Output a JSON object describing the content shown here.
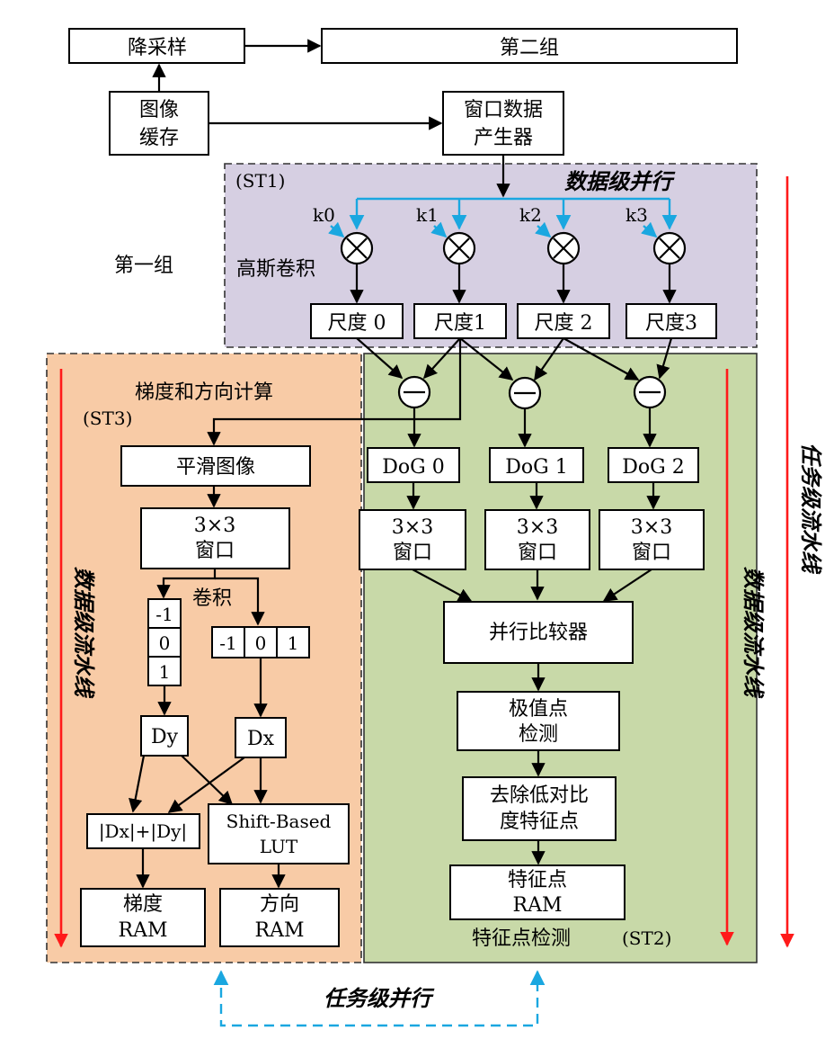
{
  "colors": {
    "st1_bg": "#d6cfe2",
    "st2_bg": "#c8d9a8",
    "st3_bg": "#f8cba6",
    "parallel_arrow": "#1aa7e0",
    "pipeline_arrow": "#ff1a1a"
  },
  "top": {
    "downsample": "降采样",
    "second_group": "第二组",
    "image_cache_1": "图像",
    "image_cache_2": "缓存",
    "window_gen_1": "窗口数据",
    "window_gen_2": "产生器",
    "first_group": "第一组"
  },
  "st1": {
    "tag": "(ST1)",
    "data_parallel": "数据级并行",
    "gauss": "高斯卷积",
    "kernels": [
      "k0",
      "k1",
      "k2",
      "k3"
    ],
    "multiply": "⊗",
    "scales": [
      "尺度 0",
      "尺度1",
      "尺度 2",
      "尺度3"
    ]
  },
  "st2": {
    "minus": "⊖",
    "dogs": [
      "DoG 0",
      "DoG 1",
      "DoG 2"
    ],
    "window_1": "3×3",
    "window_2": "窗口",
    "comparator": "并行比较器",
    "extrema_1": "极值点",
    "extrema_2": "检测",
    "remove_1": "去除低对比",
    "remove_2": "度特征点",
    "feat_ram_1": "特征点",
    "feat_ram_2": "RAM",
    "label": "特征点检测",
    "tag": "(ST2)",
    "pipeline": "数据级流水线"
  },
  "st3": {
    "title": "梯度和方向计算",
    "tag": "(ST3)",
    "smooth": "平滑图像",
    "window_1": "3×3",
    "window_2": "窗口",
    "conv": "卷积",
    "kernel": [
      "-1",
      "0",
      "1"
    ],
    "dy": "Dy",
    "dx": "Dx",
    "abs_sum": "|Dx|+|Dy|",
    "lut_1": "Shift-Based",
    "lut_2": "LUT",
    "grad_ram_1": "梯度",
    "grad_ram_2": "RAM",
    "dir_ram_1": "方向",
    "dir_ram_2": "RAM",
    "pipeline": "数据级流水线"
  },
  "right": {
    "task_pipeline": "任务级流水线"
  },
  "bottom": {
    "task_parallel": "任务级并行"
  }
}
